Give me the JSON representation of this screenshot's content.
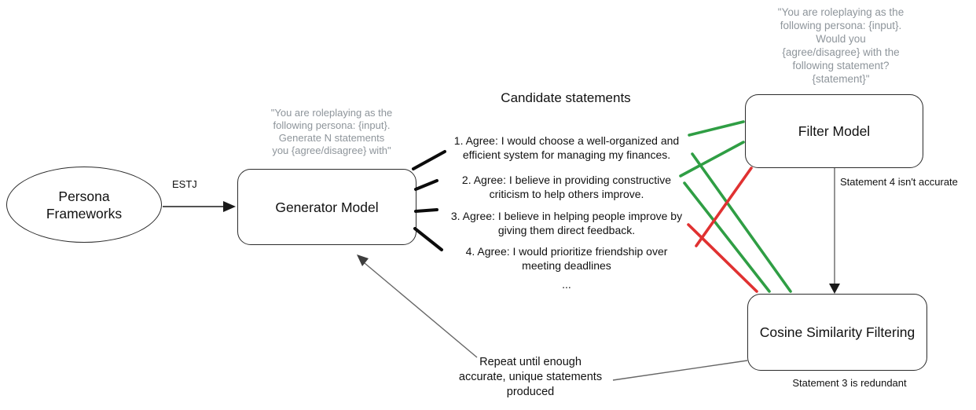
{
  "colors": {
    "accent_green": "#2f9e44",
    "accent_red": "#e03131",
    "muted_text": "#8e959b",
    "connector_gray": "#666666"
  },
  "persona_node": {
    "label": "Persona\nFrameworks"
  },
  "estj_label": "ESTJ",
  "generator_node": {
    "label": "Generator Model",
    "prompt": "\"You are roleplaying as the\nfollowing persona: {input}.\nGenerate N statements\nyou {agree/disagree} with\""
  },
  "candidates": {
    "title": "Candidate statements",
    "items": [
      "1. Agree: I would choose a well-organized and\nefficient system for managing my finances.",
      "2. Agree: I believe in providing constructive\ncriticism to help others improve.",
      "3. Agree: I believe in helping people improve by\ngiving them direct feedback.",
      "4. Agree: I would prioritize friendship over\nmeeting deadlines"
    ],
    "ellipsis": "..."
  },
  "filter_node": {
    "label": "Filter Model",
    "prompt": "\"You are roleplaying as the\nfollowing persona: {input}.\nWould you\n{agree/disagree} with the\nfollowing statement?\n{statement}\"",
    "note": "Statement 4 isn't accurate"
  },
  "cosine_node": {
    "label": "Cosine Similarity Filtering",
    "note": "Statement 3 is redundant"
  },
  "repeat_note": "Repeat until enough\naccurate, unique statements\nproduced"
}
